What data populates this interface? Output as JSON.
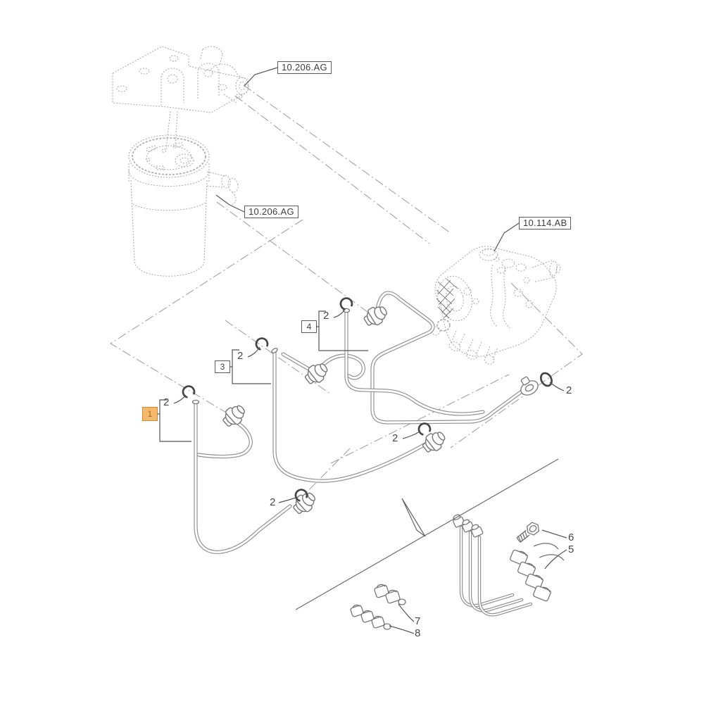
{
  "colors": {
    "background": "#ffffff",
    "solid_line": "#8f8f8f",
    "phantom_line": "#a8a8a8",
    "centerline": "#a3a3a3",
    "seal_line": "#454545",
    "leader": "#565656",
    "text": "#3d3d3d",
    "highlight_fill": "#f5b96e",
    "highlight_border": "#c8893e",
    "highlight_text": "#a9631c"
  },
  "reference_boxes": [
    {
      "id": "filter-head-bracket",
      "text": "10.206.AG"
    },
    {
      "id": "fuel-filter",
      "text": "10.206.AG"
    },
    {
      "id": "injection-pump",
      "text": "10.114.AB"
    }
  ],
  "part_boxes": [
    {
      "num": "1",
      "highlighted": true
    },
    {
      "num": "3",
      "highlighted": false
    },
    {
      "num": "4",
      "highlighted": false
    }
  ],
  "seal_callouts": [
    "2",
    "2",
    "2",
    "2",
    "2",
    "2"
  ],
  "item_numbers": [
    {
      "num": "5"
    },
    {
      "num": "6"
    },
    {
      "num": "7"
    },
    {
      "num": "8"
    }
  ]
}
